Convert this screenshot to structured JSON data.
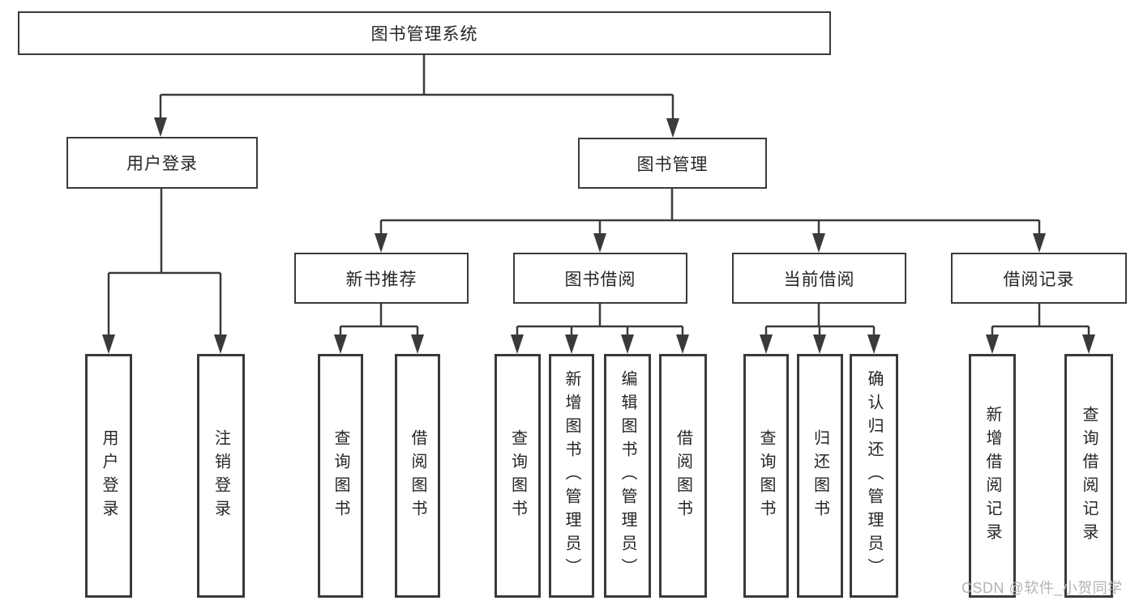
{
  "tree": {
    "root": "图书管理系统",
    "login_branch": {
      "label": "用户登录",
      "children": [
        "用户登录",
        "注销登录"
      ]
    },
    "management_branch": {
      "label": "图书管理",
      "groups": [
        {
          "label": "新书推荐",
          "children": [
            "查询图书",
            "借阅图书"
          ]
        },
        {
          "label": "图书借阅",
          "children": [
            "查询图书",
            "新增图书（管理员）",
            "编辑图书（管理员）",
            "借阅图书"
          ]
        },
        {
          "label": "当前借阅",
          "children": [
            "查询图书",
            "归还图书",
            "确认归还（管理员）"
          ]
        },
        {
          "label": "借阅记录",
          "children": [
            "新增借阅记录",
            "查询借阅记录"
          ]
        }
      ]
    }
  },
  "watermark": "CSDN @软件_小贺同学",
  "colors": {
    "line": "#3a3a3a",
    "box_border": "#3a3a3a",
    "box_fill": "#ffffff",
    "text": "#262626",
    "watermark": "#b3b3b3",
    "background": "#ffffff"
  }
}
